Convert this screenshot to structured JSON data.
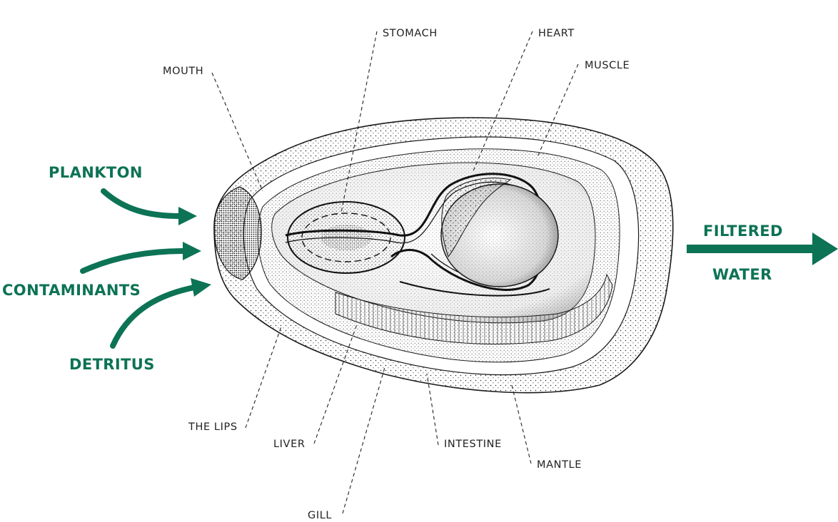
{
  "colors": {
    "accent_green": "#0d7355",
    "ink": "#222222",
    "background": "#ffffff"
  },
  "inputs": {
    "plankton": "PLANKTON",
    "contaminants": "CONTAMINANTS",
    "detritus": "DETRITUS"
  },
  "output": {
    "line1": "FILTERED",
    "line2": "WATER"
  },
  "parts": {
    "mouth": "MOUTH",
    "stomach": "STOMACH",
    "heart": "HEART",
    "muscle": "MUSCLE",
    "the_lips": "THE LIPS",
    "liver": "LIVER",
    "gill": "GILL",
    "intestine": "INTESTINE",
    "mantle": "MANTLE"
  }
}
